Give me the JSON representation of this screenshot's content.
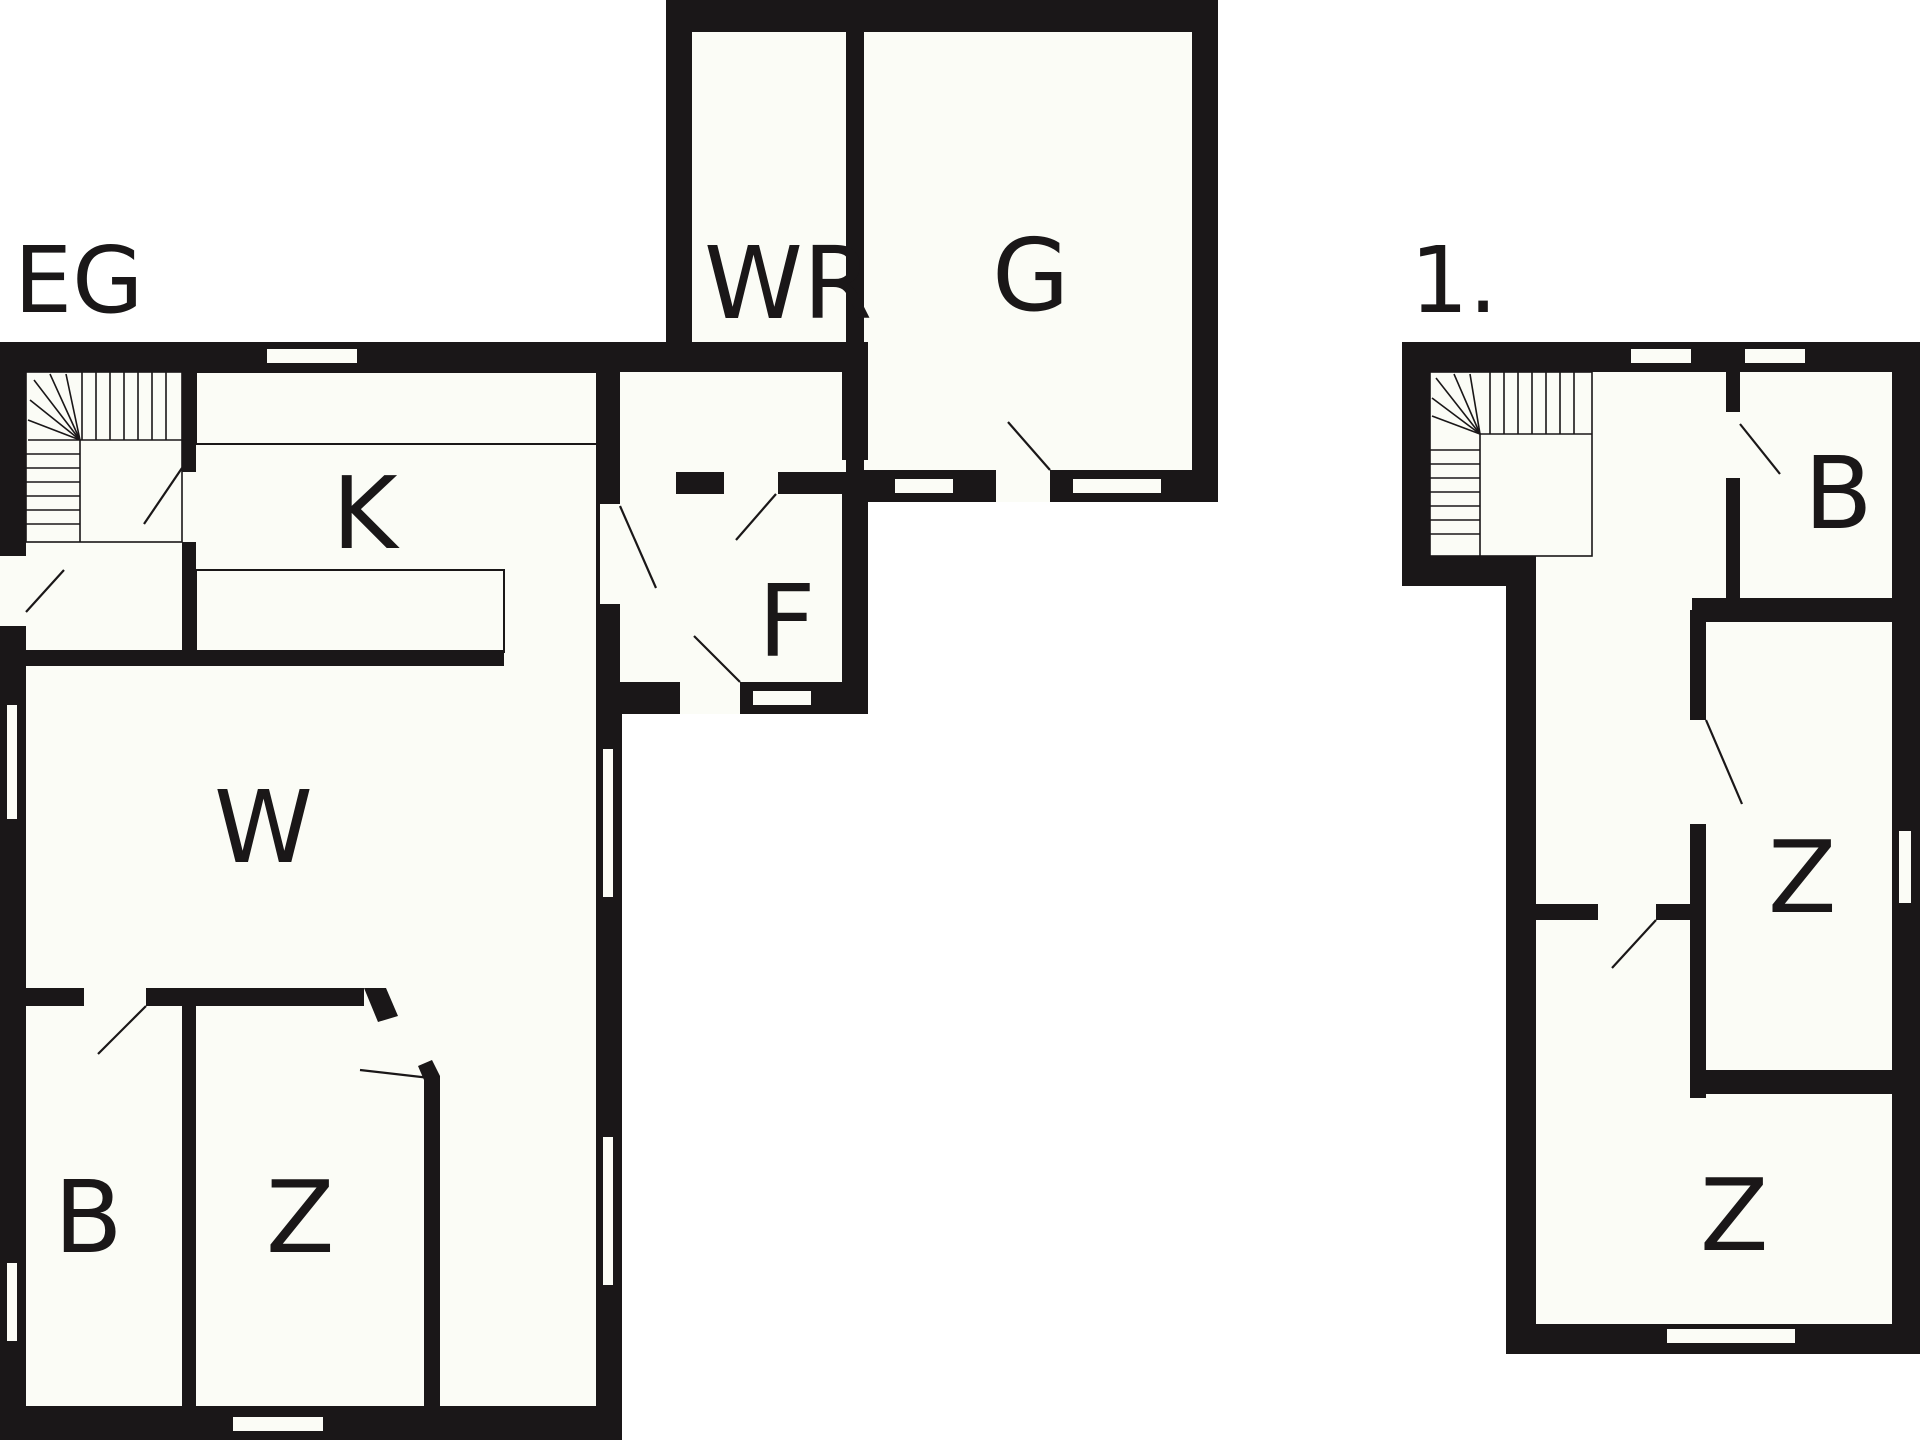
{
  "floor_labels": {
    "ground": "EG",
    "upper": "1."
  },
  "rooms": {
    "wr": "WR",
    "g": "G",
    "k": "K",
    "f": "F",
    "w": "W",
    "b_ground": "B",
    "z_ground": "Z",
    "b_upper": "B",
    "z_upper_right": "Z",
    "z_upper_bottom": "Z"
  },
  "colors": {
    "wall": "#1a1718",
    "floor": "#fbfcf6",
    "background": "#ffffff"
  }
}
